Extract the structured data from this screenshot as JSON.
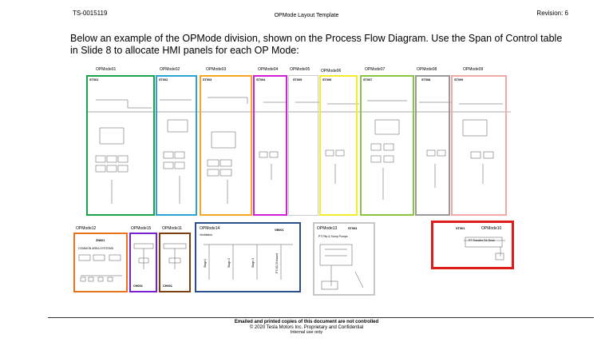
{
  "header": {
    "doc_id": "TS-0015119",
    "doc_title": "OPMode Layout Template",
    "revision": "Revision: 6"
  },
  "intro": "Below an example of the OPMode division, shown on the Process Flow Diagram. Use the Span of Control table in Slide 8 to allocate HMI panels for each OP Mode:",
  "colors": {
    "green": "#1aa34a",
    "cyan": "#2aa4d5",
    "orange": "#f5a623",
    "magenta": "#d21fd9",
    "yellow": "#f2ec2a",
    "lime": "#8cc63f",
    "gray": "#9a9a9a",
    "pink": "#f4a9a8",
    "brown_orange": "#e8731a",
    "purple": "#7a1fd1",
    "brown": "#7b3f12",
    "navy": "#2b4f8c",
    "lightgray": "#c8c8c8",
    "red": "#e01b1b"
  },
  "modes_top": [
    {
      "label": "OPMode01",
      "tag": "ST001"
    },
    {
      "label": "OPMode02",
      "tag": "ST002"
    },
    {
      "label": "OPMode03",
      "tag": "ST003"
    },
    {
      "label": "OPMode04",
      "tag": "ST004"
    },
    {
      "label": "OPMode05",
      "tag": "ST005"
    },
    {
      "label": "OPMode06",
      "tag": "ST006"
    },
    {
      "label": "OPMode07",
      "tag": "ST007"
    },
    {
      "label": "OPMode08",
      "tag": "ST008"
    },
    {
      "label": "OPMode09",
      "tag": "ST009"
    }
  ],
  "modes_bottom": {
    "m12": {
      "label": "OPMode12",
      "tag": "ZN001",
      "sub": "COMMON AREA SYSTEMS"
    },
    "m15": {
      "label": "OPMode15",
      "tag": "CH001"
    },
    "m11": {
      "label": "OPMode11",
      "tag": "CH001"
    },
    "m14": {
      "label": "OPMode14",
      "tag": "VB001",
      "sub": "Ventilation",
      "cols": [
        "Stage1",
        "Stage 2",
        "Stage 3",
        "PT-001 Exhaust"
      ]
    },
    "m13": {
      "label": "OPMode13",
      "tag": "ST003",
      "sub": "PT Pits & Sump Pumps"
    },
    "m10": {
      "label": "OPMode10",
      "tag": "ST001",
      "sub": "PT Transfer Dir Desk"
    }
  },
  "footer": {
    "line1": "Emailed and printed copies of this document are not controlled",
    "line2": "© 2020 Tesla Motors Inc. Proprietary and Confidential",
    "line3": "Internal use only"
  }
}
